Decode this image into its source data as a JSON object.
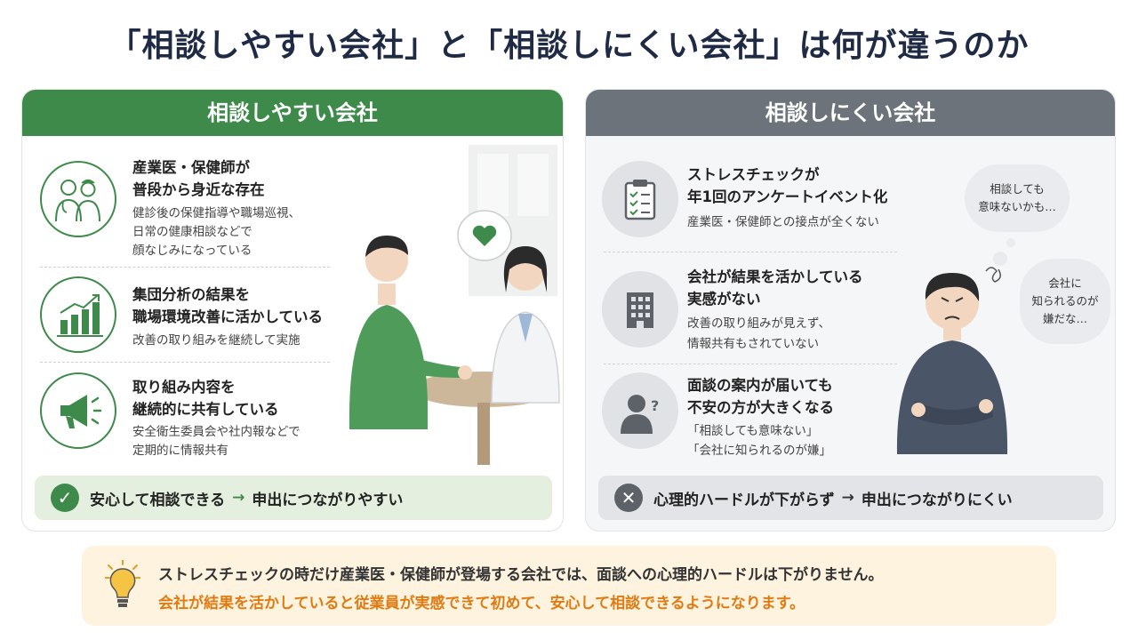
{
  "title": "「相談しやすい会社」と「相談しにくい会社」は何が違うのか",
  "colors": {
    "green": "#3e8a4b",
    "gray": "#6d737a",
    "orange": "#e07b12",
    "cream": "#fdf3df"
  },
  "left": {
    "header": "相談しやすい会社",
    "items": [
      {
        "icon": "doctor-nurse-icon",
        "title1": "産業医・保健師が",
        "title2": "普段から身近な存在",
        "desc1": "健診後の保健指導や職場巡視、",
        "desc2": "日常の健康相談などで",
        "desc3": "顔なじみになっている"
      },
      {
        "icon": "bar-chart-icon",
        "title1": "集団分析の結果を",
        "title2": "職場環境改善に活かしている",
        "desc1": "改善の取り組みを継続して実施"
      },
      {
        "icon": "megaphone-icon",
        "title1": "取り組み内容を",
        "title2": "継続的に共有している",
        "desc1": "安全衛生委員会や社内報などで",
        "desc2": "定期的に情報共有"
      }
    ],
    "bar_text1": "安心して相談できる",
    "bar_arrow": "→",
    "bar_text2": "申出につながりやすい"
  },
  "right": {
    "header": "相談しにくい会社",
    "items": [
      {
        "icon": "clipboard-checklist-icon",
        "title1": "ストレスチェックが",
        "title2": "年1回のアンケートイベント化",
        "desc1": "産業医・保健師との接点が全くない"
      },
      {
        "icon": "office-building-icon",
        "title1": "会社が結果を活かしている",
        "title2": "実感がない",
        "desc1": "改善の取り組みが見えず、",
        "desc2": "情報共有もされていない"
      },
      {
        "icon": "person-question-icon",
        "title1": "面談の案内が届いても",
        "title2": "不安の方が大きくなる",
        "desc1": "「相談しても意味ない」",
        "desc2": "「会社に知られるのが嫌」"
      }
    ],
    "bubble1_line1": "相談しても",
    "bubble1_line2": "意味ないかも…",
    "bubble2_line1": "会社に",
    "bubble2_line2": "知られるのが",
    "bubble2_line3": "嫌だな…",
    "bar_text1": "心理的ハードルが下がらず",
    "bar_arrow": "→",
    "bar_text2": "申出につながりにくい"
  },
  "bottom": {
    "line1": "ストレスチェックの時だけ産業医・保健師が登場する会社では、面談への心理的ハードルは下がりません。",
    "line2": "会社が結果を活かしていると従業員が実感できて初めて、安心して相談できるようになります。"
  }
}
